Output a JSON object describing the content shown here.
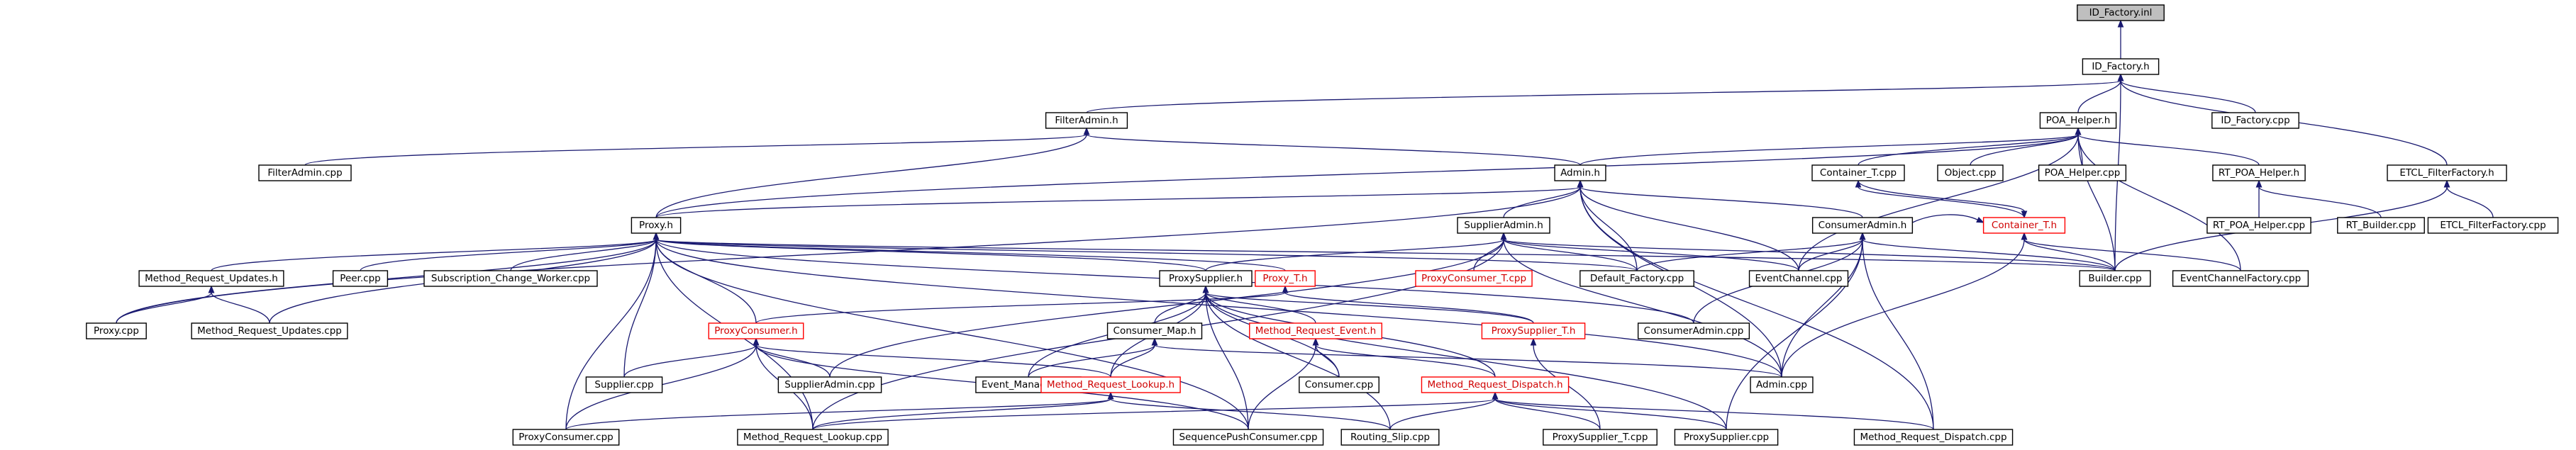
{
  "graph": {
    "root": "ID_Factory.inl",
    "nodes": [
      {
        "id": "idfinl",
        "label": "ID_Factory.inl",
        "style": "root"
      },
      {
        "id": "idfh",
        "label": "ID_Factory.h",
        "style": "normal"
      },
      {
        "id": "filtadmh",
        "label": "FilterAdmin.h",
        "style": "normal"
      },
      {
        "id": "poah",
        "label": "POA_Helper.h",
        "style": "normal"
      },
      {
        "id": "idfcpp",
        "label": "ID_Factory.cpp",
        "style": "normal"
      },
      {
        "id": "filtadmcpp",
        "label": "FilterAdmin.cpp",
        "style": "normal"
      },
      {
        "id": "adminh",
        "label": "Admin.h",
        "style": "normal"
      },
      {
        "id": "conttcpp",
        "label": "Container_T.cpp",
        "style": "normal"
      },
      {
        "id": "objcpp",
        "label": "Object.cpp",
        "style": "normal"
      },
      {
        "id": "poahcpp",
        "label": "POA_Helper.cpp",
        "style": "normal"
      },
      {
        "id": "rtpoah",
        "label": "RT_POA_Helper.h",
        "style": "normal"
      },
      {
        "id": "etclffh",
        "label": "ETCL_FilterFactory.h",
        "style": "normal"
      },
      {
        "id": "proxyh",
        "label": "Proxy.h",
        "style": "normal"
      },
      {
        "id": "supadmh",
        "label": "SupplierAdmin.h",
        "style": "normal"
      },
      {
        "id": "consadmh",
        "label": "ConsumerAdmin.h",
        "style": "normal"
      },
      {
        "id": "conth",
        "label": "Container_T.h",
        "style": "red"
      },
      {
        "id": "rtpoahcpp",
        "label": "RT_POA_Helper.cpp",
        "style": "normal"
      },
      {
        "id": "rtbuildcpp",
        "label": "RT_Builder.cpp",
        "style": "normal"
      },
      {
        "id": "etclffcpp",
        "label": "ETCL_FilterFactory.cpp",
        "style": "normal"
      },
      {
        "id": "mruh",
        "label": "Method_Request_Updates.h",
        "style": "normal"
      },
      {
        "id": "peercpp",
        "label": "Peer.cpp",
        "style": "normal"
      },
      {
        "id": "subcwcpp",
        "label": "Subscription_Change_Worker.cpp",
        "style": "normal"
      },
      {
        "id": "proxysuph",
        "label": "ProxySupplier.h",
        "style": "normal"
      },
      {
        "id": "proxyth",
        "label": "Proxy_T.h",
        "style": "red"
      },
      {
        "id": "proxyconstcpp",
        "label": "ProxyConsumer_T.cpp",
        "style": "red"
      },
      {
        "id": "deffactcpp",
        "label": "Default_Factory.cpp",
        "style": "normal"
      },
      {
        "id": "evchcpp",
        "label": "EventChannel.cpp",
        "style": "normal"
      },
      {
        "id": "buildercpp",
        "label": "Builder.cpp",
        "style": "normal"
      },
      {
        "id": "evchfactcpp",
        "label": "EventChannelFactory.cpp",
        "style": "normal"
      },
      {
        "id": "proxycpp",
        "label": "Proxy.cpp",
        "style": "normal"
      },
      {
        "id": "mrucpp",
        "label": "Method_Request_Updates.cpp",
        "style": "normal"
      },
      {
        "id": "proxyconsh",
        "label": "ProxyConsumer.h",
        "style": "red"
      },
      {
        "id": "consmaph",
        "label": "Consumer_Map.h",
        "style": "normal"
      },
      {
        "id": "mreh",
        "label": "Method_Request_Event.h",
        "style": "red"
      },
      {
        "id": "proxysupth",
        "label": "ProxySupplier_T.h",
        "style": "red"
      },
      {
        "id": "consadmcpp",
        "label": "ConsumerAdmin.cpp",
        "style": "normal"
      },
      {
        "id": "suppliercpp",
        "label": "Supplier.cpp",
        "style": "normal"
      },
      {
        "id": "supadmcpp",
        "label": "SupplierAdmin.cpp",
        "style": "normal"
      },
      {
        "id": "evmgrcpp",
        "label": "Event_Manager.cpp",
        "style": "normal"
      },
      {
        "id": "mrlh",
        "label": "Method_Request_Lookup.h",
        "style": "red"
      },
      {
        "id": "consumercpp",
        "label": "Consumer.cpp",
        "style": "normal"
      },
      {
        "id": "mrdh",
        "label": "Method_Request_Dispatch.h",
        "style": "red"
      },
      {
        "id": "admincpp",
        "label": "Admin.cpp",
        "style": "normal"
      },
      {
        "id": "proxyconscpp",
        "label": "ProxyConsumer.cpp",
        "style": "normal"
      },
      {
        "id": "mrlcpp",
        "label": "Method_Request_Lookup.cpp",
        "style": "normal"
      },
      {
        "id": "seqpushcpp",
        "label": "SequencePushConsumer.cpp",
        "style": "normal"
      },
      {
        "id": "routslipcpp",
        "label": "Routing_Slip.cpp",
        "style": "normal"
      },
      {
        "id": "proxysuptcpp",
        "label": "ProxySupplier_T.cpp",
        "style": "normal"
      },
      {
        "id": "proxysupcpp",
        "label": "ProxySupplier.cpp",
        "style": "normal"
      },
      {
        "id": "mrdcpp",
        "label": "Method_Request_Dispatch.cpp",
        "style": "normal"
      }
    ],
    "edges": [
      [
        "idfh",
        "idfinl"
      ],
      [
        "filtadmh",
        "idfh"
      ],
      [
        "poah",
        "idfh"
      ],
      [
        "idfcpp",
        "idfh"
      ],
      [
        "etclffh",
        "idfh"
      ],
      [
        "buildercpp",
        "idfh"
      ],
      [
        "filtadmcpp",
        "filtadmh"
      ],
      [
        "adminh",
        "filtadmh"
      ],
      [
        "proxyh",
        "filtadmh"
      ],
      [
        "adminh",
        "poah"
      ],
      [
        "conttcpp",
        "poah"
      ],
      [
        "objcpp",
        "poah"
      ],
      [
        "poahcpp",
        "poah"
      ],
      [
        "rtpoah",
        "poah"
      ],
      [
        "evchcpp",
        "poah"
      ],
      [
        "buildercpp",
        "poah"
      ],
      [
        "evchfactcpp",
        "poah"
      ],
      [
        "proxyh",
        "poah"
      ],
      [
        "rtpoahcpp",
        "rtpoah"
      ],
      [
        "rtbuildcpp",
        "rtpoah"
      ],
      [
        "etclffcpp",
        "etclffh"
      ],
      [
        "buildercpp",
        "etclffh"
      ],
      [
        "proxyh",
        "adminh"
      ],
      [
        "supadmh",
        "adminh"
      ],
      [
        "consadmh",
        "adminh"
      ],
      [
        "deffactcpp",
        "adminh"
      ],
      [
        "admincpp",
        "adminh"
      ],
      [
        "evchcpp",
        "adminh"
      ],
      [
        "mrdcpp",
        "adminh"
      ],
      [
        "proxycpp",
        "adminh"
      ],
      [
        "conttcpp",
        "conth"
      ],
      [
        "conth",
        "conttcpp"
      ],
      [
        "consadmh",
        "conth"
      ],
      [
        "buildercpp",
        "conth"
      ],
      [
        "evchfactcpp",
        "conth"
      ],
      [
        "admincpp",
        "conth"
      ],
      [
        "mruh",
        "proxyh"
      ],
      [
        "peercpp",
        "proxyh"
      ],
      [
        "subcwcpp",
        "proxyh"
      ],
      [
        "proxysuph",
        "proxyh"
      ],
      [
        "proxyth",
        "proxyh"
      ],
      [
        "proxyconsh",
        "proxyh"
      ],
      [
        "proxycpp",
        "proxyh"
      ],
      [
        "mrucpp",
        "proxyh"
      ],
      [
        "deffactcpp",
        "proxyh"
      ],
      [
        "admincpp",
        "proxyh"
      ],
      [
        "suppliercpp",
        "proxyh"
      ],
      [
        "mrlcpp",
        "proxyh"
      ],
      [
        "proxyconscpp",
        "proxyh"
      ],
      [
        "seqpushcpp",
        "proxyh"
      ],
      [
        "buildercpp",
        "proxyh"
      ],
      [
        "consadmcpp",
        "proxyh"
      ],
      [
        "proxyconstcpp",
        "supadmh"
      ],
      [
        "deffactcpp",
        "supadmh"
      ],
      [
        "evchcpp",
        "supadmh"
      ],
      [
        "buildercpp",
        "supadmh"
      ],
      [
        "supadmcpp",
        "supadmh"
      ],
      [
        "proxysuph",
        "supadmh"
      ],
      [
        "admincpp",
        "supadmh"
      ],
      [
        "mrlcpp",
        "supadmh"
      ],
      [
        "deffactcpp",
        "consadmh"
      ],
      [
        "evchcpp",
        "consadmh"
      ],
      [
        "buildercpp",
        "consadmh"
      ],
      [
        "consadmcpp",
        "consadmh"
      ],
      [
        "admincpp",
        "consadmh"
      ],
      [
        "mrdcpp",
        "consadmh"
      ],
      [
        "proxysupcpp",
        "consadmh"
      ],
      [
        "proxycpp",
        "mruh"
      ],
      [
        "mrucpp",
        "mruh"
      ],
      [
        "consmaph",
        "proxysuph"
      ],
      [
        "mreh",
        "proxysuph"
      ],
      [
        "proxysupth",
        "proxysuph"
      ],
      [
        "consumercpp",
        "proxysuph"
      ],
      [
        "evmgrcpp",
        "proxysuph"
      ],
      [
        "mrlh",
        "proxysuph"
      ],
      [
        "seqpushcpp",
        "proxysuph"
      ],
      [
        "routslipcpp",
        "proxysuph"
      ],
      [
        "proxysupcpp",
        "proxysuph"
      ],
      [
        "mrdh",
        "proxysuph"
      ],
      [
        "proxysupth",
        "proxyth"
      ],
      [
        "proxyconsh",
        "proxyth"
      ],
      [
        "suppliercpp",
        "proxyconsh"
      ],
      [
        "supadmcpp",
        "proxyconsh"
      ],
      [
        "mrlh",
        "proxyconsh"
      ],
      [
        "proxyconscpp",
        "proxyconsh"
      ],
      [
        "mrlcpp",
        "proxyconsh"
      ],
      [
        "seqpushcpp",
        "proxyconsh"
      ],
      [
        "evmgrcpp",
        "consmaph"
      ],
      [
        "mrlh",
        "consmaph"
      ],
      [
        "admincpp",
        "consmaph"
      ],
      [
        "consumercpp",
        "mreh"
      ],
      [
        "mrdh",
        "mreh"
      ],
      [
        "seqpushcpp",
        "mreh"
      ],
      [
        "proxysuptcpp",
        "proxysupth"
      ],
      [
        "proxyconscpp",
        "mrlh"
      ],
      [
        "mrlcpp",
        "mrlh"
      ],
      [
        "routslipcpp",
        "mrlh"
      ],
      [
        "mrlcpp",
        "mrdh"
      ],
      [
        "routslipcpp",
        "mrdh"
      ],
      [
        "proxysuptcpp",
        "mrdh"
      ],
      [
        "proxysupcpp",
        "mrdh"
      ],
      [
        "mrdcpp",
        "mrdh"
      ]
    ]
  }
}
